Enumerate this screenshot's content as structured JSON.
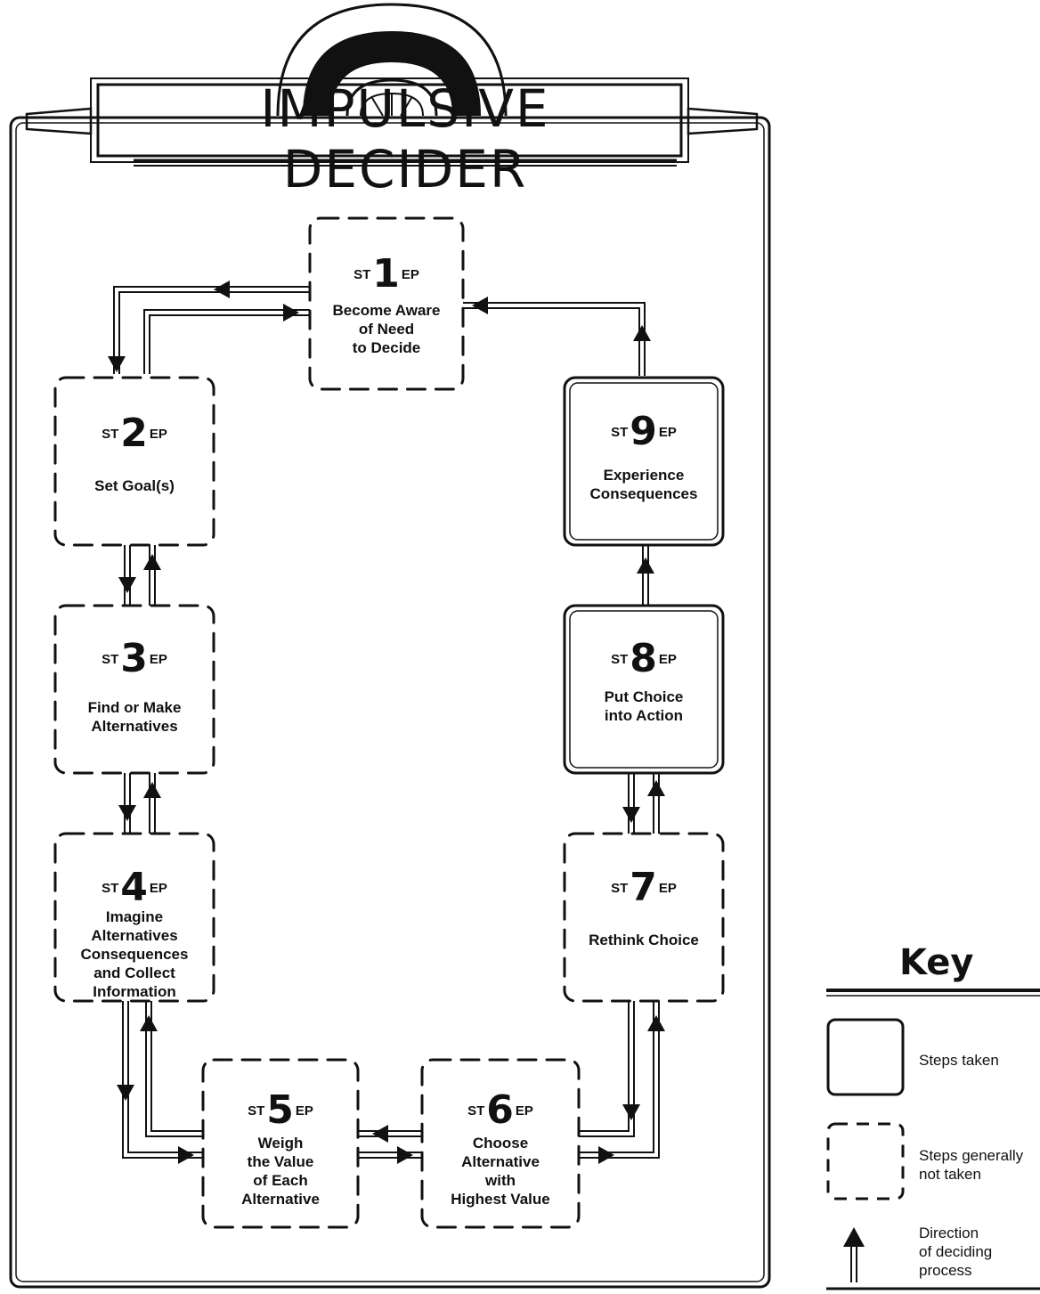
{
  "title": "IMPULSIVE DECIDER",
  "step_word_left": "ST",
  "step_word_right": "EP",
  "steps": [
    {
      "number": "1",
      "label": "Become Aware\nof Need\nto Decide",
      "taken": false
    },
    {
      "number": "2",
      "label": "Set Goal(s)",
      "taken": false
    },
    {
      "number": "3",
      "label": "Find or Make\nAlternatives",
      "taken": false
    },
    {
      "number": "4",
      "label": "Imagine\nAlternatives\nConsequences\nand Collect\nInformation",
      "taken": false
    },
    {
      "number": "5",
      "label": "Weigh\nthe Value\nof Each\nAlternative",
      "taken": false
    },
    {
      "number": "6",
      "label": "Choose\nAlternative\nwith\nHighest Value",
      "taken": false
    },
    {
      "number": "7",
      "label": "Rethink Choice",
      "taken": false
    },
    {
      "number": "8",
      "label": "Put Choice\ninto Action",
      "taken": true
    },
    {
      "number": "9",
      "label": "Experience\nConsequences",
      "taken": true
    }
  ],
  "key": {
    "title": "Key",
    "solid_label": "Steps taken",
    "dashed_label": "Steps generally\nnot taken",
    "arrow_label": "Direction\nof deciding\nprocess"
  }
}
